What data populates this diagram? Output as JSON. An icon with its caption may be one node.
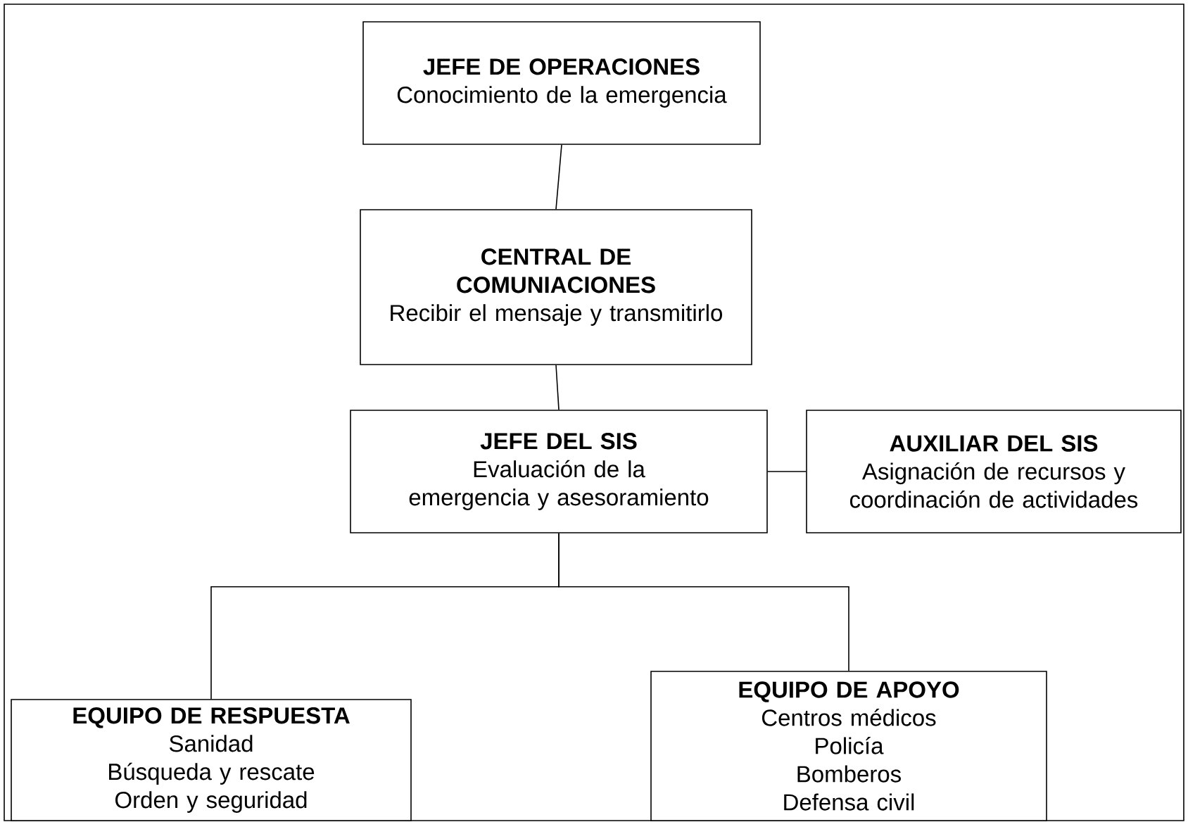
{
  "diagram": {
    "nodes": [
      {
        "text": [
          "JEFE DE OPERACIONES",
          "Conocimiento de la emergencia"
        ]
      },
      {
        "text": [
          "CENTRAL DE COMUNIACIONES",
          "Recibir el mensaje y transmitirlo"
        ]
      },
      {
        "text": [
          "JEFE DEL SIS",
          "Evaluación de la emergencia y asesoramiento"
        ]
      },
      {
        "text": [
          "AUXILIAR DEL SIS",
          "Asignación de recursos y coordinación de actividades"
        ]
      },
      {
        "text": [
          "EQUIPO DE RESPUESTA",
          "Sanidad",
          "Búsqueda y rescate",
          "Orden y seguridad"
        ]
      },
      {
        "text": [
          "EQUIPO DE APOYO",
          "Centros médicos",
          "Policía",
          "Bomberos",
          "Defensa civil"
        ]
      }
    ],
    "edges": [
      {
        "from": 0,
        "to": 1,
        "arrow": "none"
      },
      {
        "from": 1,
        "to": 2,
        "arrow": "none"
      },
      {
        "from": 2,
        "to": 3,
        "arrow": "none"
      },
      {
        "from": 2,
        "to": 4,
        "arrow": "none"
      },
      {
        "from": 2,
        "to": 5,
        "arrow": "none"
      }
    ]
  }
}
